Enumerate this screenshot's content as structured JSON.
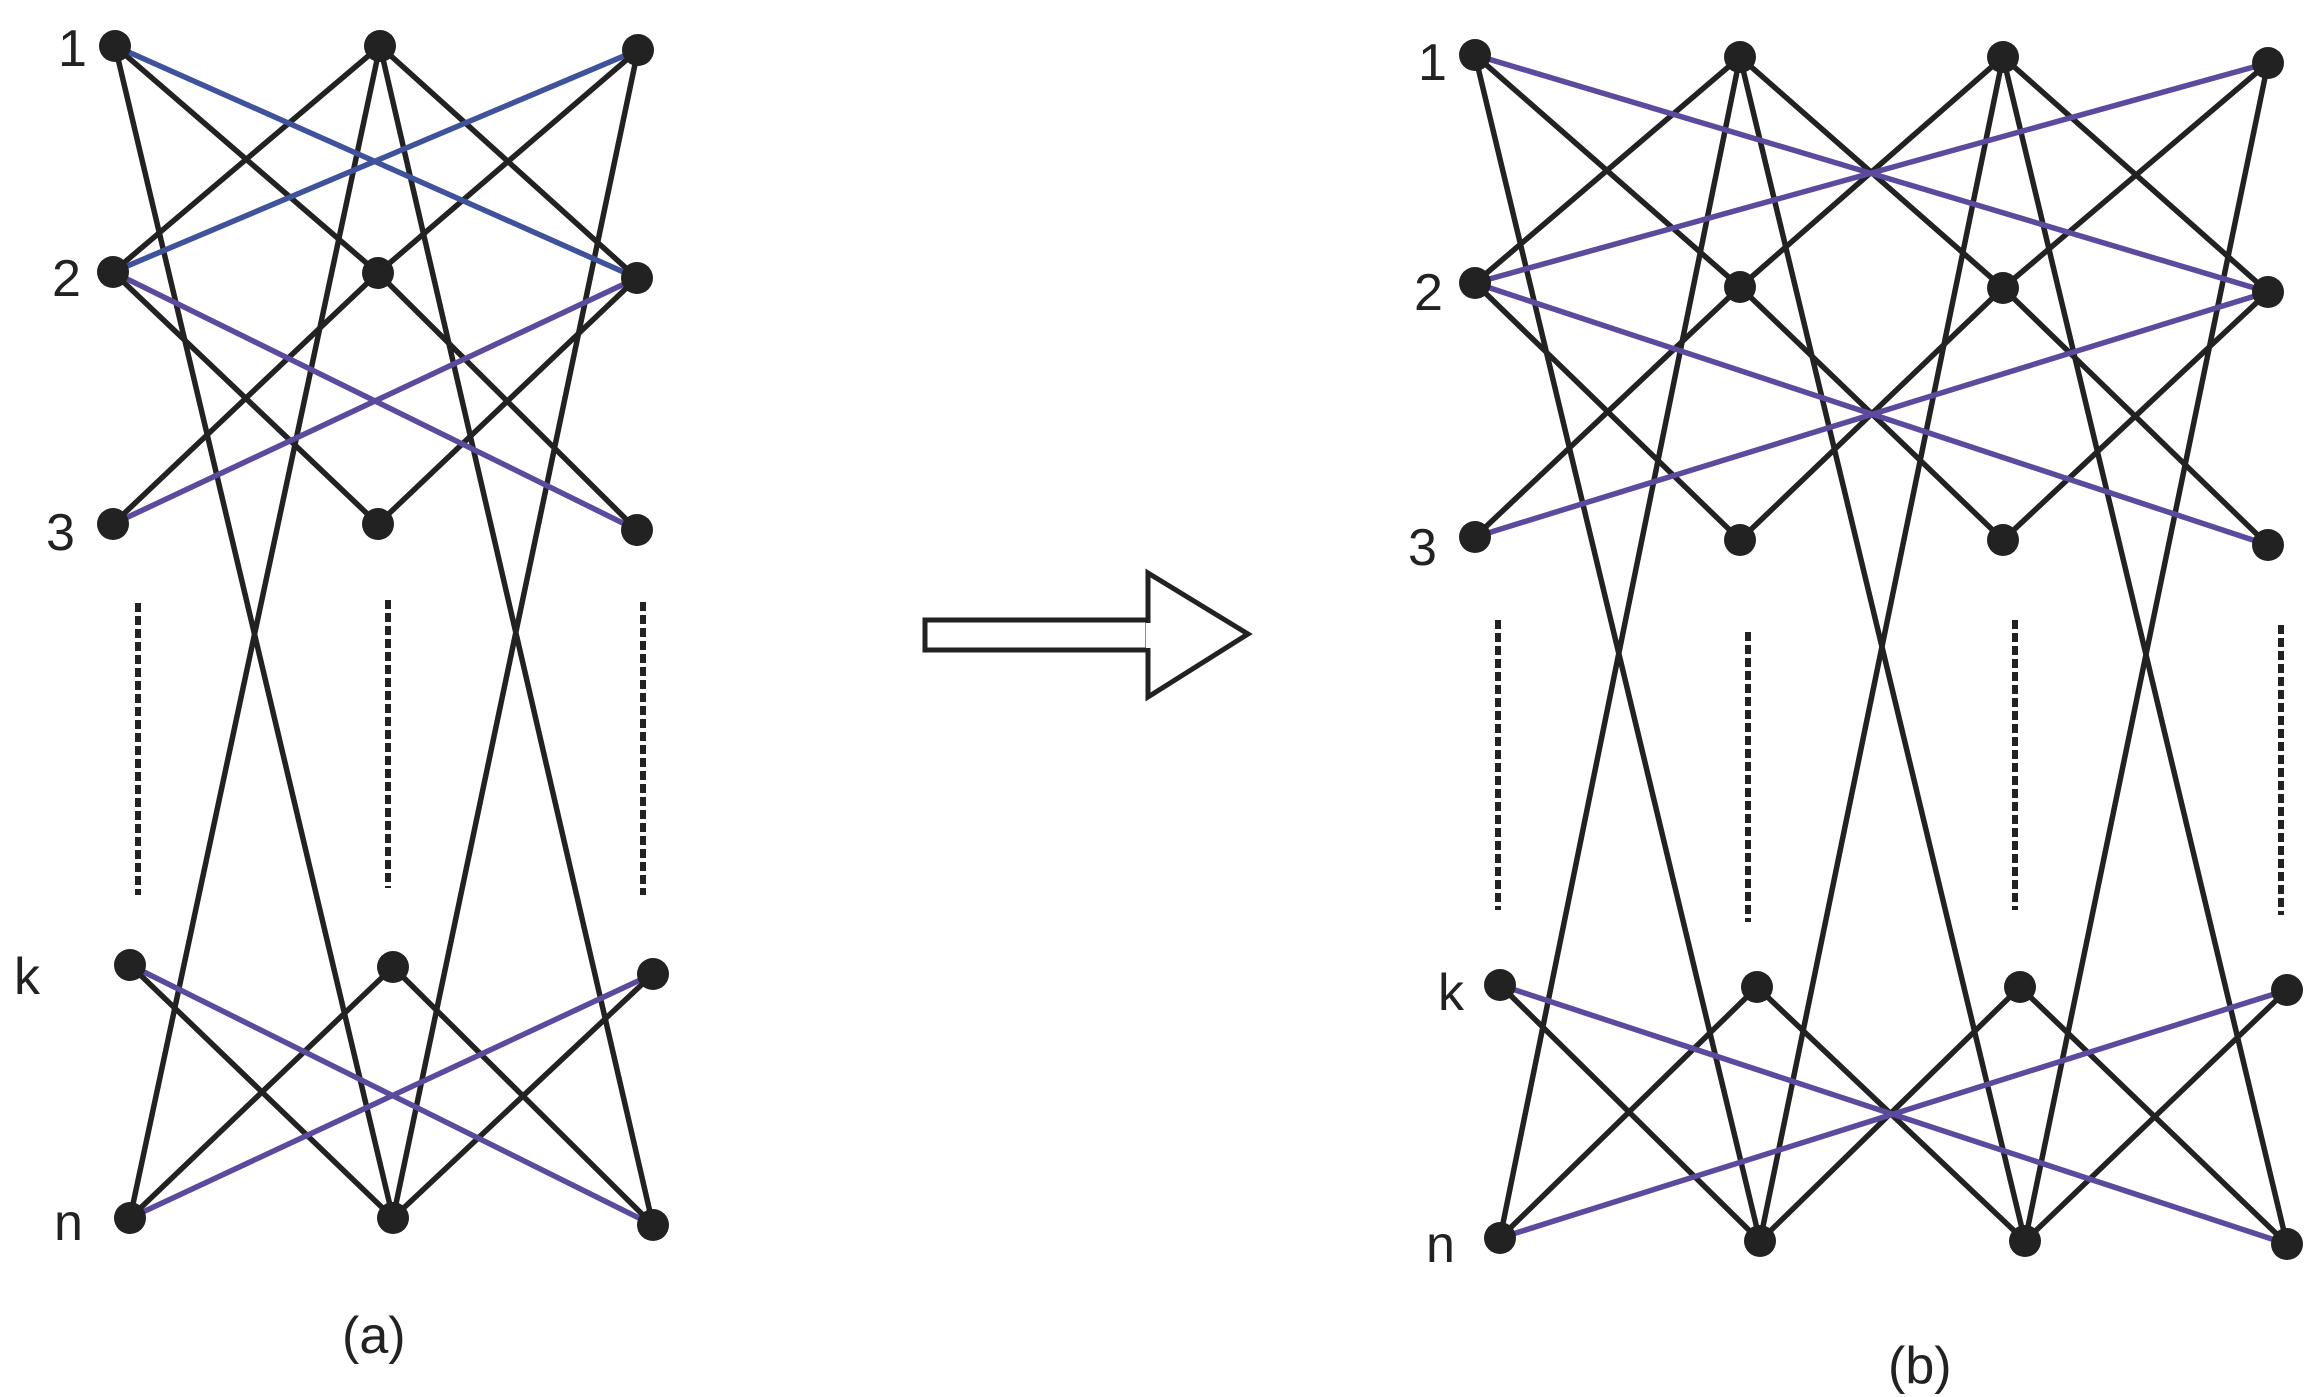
{
  "colors": {
    "edge": "#222222",
    "highlight_a": "#3f539c",
    "highlight": "#5b4a9e",
    "node": "#222222",
    "background": "#ffffff"
  },
  "diagram_a": {
    "caption": "(a)",
    "row_labels": [
      "1",
      "2",
      "3",
      "k",
      "n"
    ]
  },
  "diagram_b": {
    "caption": "(b)",
    "row_labels": [
      "1",
      "2",
      "3",
      "k",
      "n"
    ]
  },
  "arrow": {
    "icon": "hollow-right-arrow-icon"
  }
}
